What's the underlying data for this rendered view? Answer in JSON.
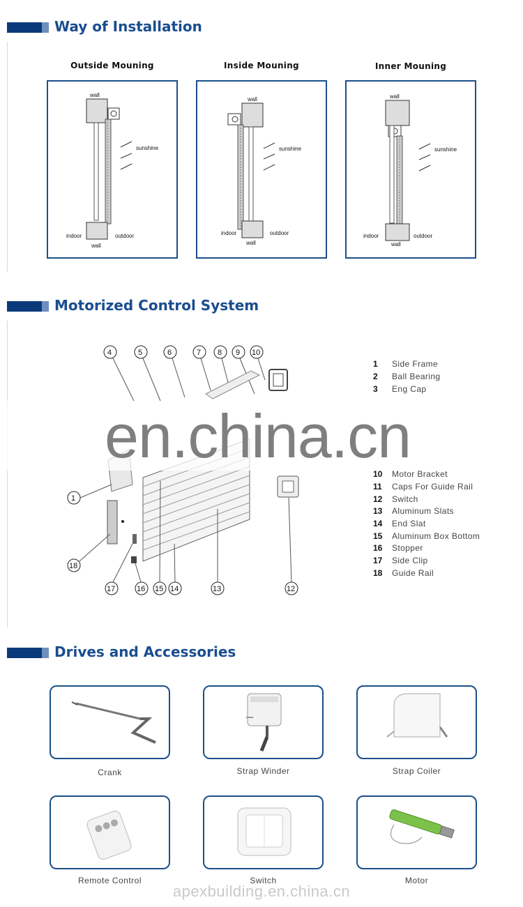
{
  "sections": {
    "installation": "Way of Installation",
    "motorized": "Motorized Control System",
    "drives": "Drives and Accessories"
  },
  "installation": {
    "mounts": [
      {
        "title": "Outside Mouning",
        "wall_top": "wall",
        "wall_bottom": "wall",
        "sun": "sunshine",
        "indoor": "indoor",
        "outdoor": "outdoor"
      },
      {
        "title": "Inside Mouning",
        "wall_top": "wall",
        "wall_bottom": "wall",
        "sun": "sunshine",
        "indoor": "indoor",
        "outdoor": "outdoor"
      },
      {
        "title": "Inner Mouning",
        "wall_top": "wall",
        "wall_bottom": "wall",
        "sun": "sunshine",
        "indoor": "indoor",
        "outdoor": "outdoor"
      }
    ]
  },
  "motorized": {
    "callouts": [
      "4",
      "5",
      "6",
      "7",
      "8",
      "9",
      "10",
      "1",
      "18",
      "17",
      "16",
      "15",
      "14",
      "13",
      "12"
    ],
    "parts": [
      {
        "num": "1",
        "label": "Side Frame"
      },
      {
        "num": "2",
        "label": "Ball Bearing"
      },
      {
        "num": "3",
        "label": "Eng Cap"
      },
      {
        "num": "10",
        "label": "Motor Bracket"
      },
      {
        "num": "11",
        "label": "Caps For Guide Rail"
      },
      {
        "num": "12",
        "label": "Switch"
      },
      {
        "num": "13",
        "label": "Aluminum Slats"
      },
      {
        "num": "14",
        "label": "End Slat"
      },
      {
        "num": "15",
        "label": "Aluminum Box Bottom"
      },
      {
        "num": "16",
        "label": "Stopper"
      },
      {
        "num": "17",
        "label": "Side Clip"
      },
      {
        "num": "18",
        "label": "Guide Rail"
      }
    ]
  },
  "watermark": "en.china.cn",
  "accessories": [
    {
      "label": "Crank",
      "icon": "crank-icon"
    },
    {
      "label": "Strap Winder",
      "icon": "strap-winder-icon"
    },
    {
      "label": "Strap Coiler",
      "icon": "strap-coiler-icon"
    },
    {
      "label": "Remote Control",
      "icon": "remote-control-icon"
    },
    {
      "label": "Switch",
      "icon": "wall-switch-icon"
    },
    {
      "label": "Motor",
      "icon": "tubular-motor-icon"
    }
  ],
  "footer_watermark": "apexbuilding.en.china.cn",
  "colors": {
    "accent": "#1a4d8f",
    "border": "#1b4f8a",
    "motor_green": "#7cc24a"
  }
}
